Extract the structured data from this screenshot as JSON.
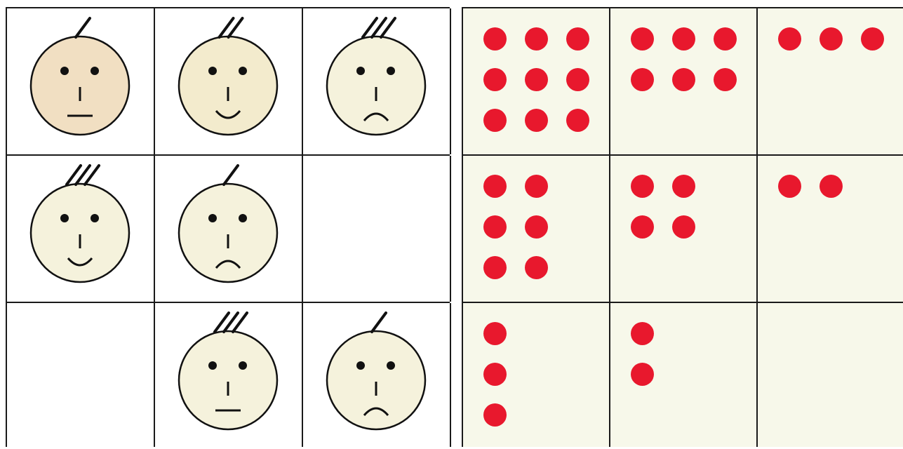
{
  "faces_grid": {
    "rows": [
      [
        {
          "hair": 1,
          "mouth": "neutral",
          "fill": "#f1dfc2"
        },
        {
          "hair": 2,
          "mouth": "smile",
          "fill": "#f3ebcd"
        },
        {
          "hair": 3,
          "mouth": "frown",
          "fill": "#f5f2dc"
        }
      ],
      [
        {
          "hair": 3,
          "mouth": "smile",
          "fill": "#f5f2dc"
        },
        {
          "hair": 1,
          "mouth": "frown",
          "fill": "#f5f2dc"
        },
        null
      ],
      [
        null,
        {
          "hair": 3,
          "mouth": "neutral",
          "fill": "#f5f2dc"
        },
        {
          "hair": 1,
          "mouth": "frown",
          "fill": "#f5f2dc"
        }
      ]
    ]
  },
  "dots_grid": {
    "dot_color": "#e8182d",
    "rows": [
      [
        {
          "rows": 3,
          "cols": 3
        },
        {
          "rows": 2,
          "cols": 3
        },
        {
          "rows": 1,
          "cols": 3
        }
      ],
      [
        {
          "rows": 3,
          "cols": 2
        },
        {
          "rows": 2,
          "cols": 2
        },
        {
          "rows": 1,
          "cols": 2
        }
      ],
      [
        {
          "rows": 3,
          "cols": 1
        },
        {
          "rows": 2,
          "cols": 1
        },
        {
          "rows": 0,
          "cols": 0
        }
      ]
    ]
  }
}
